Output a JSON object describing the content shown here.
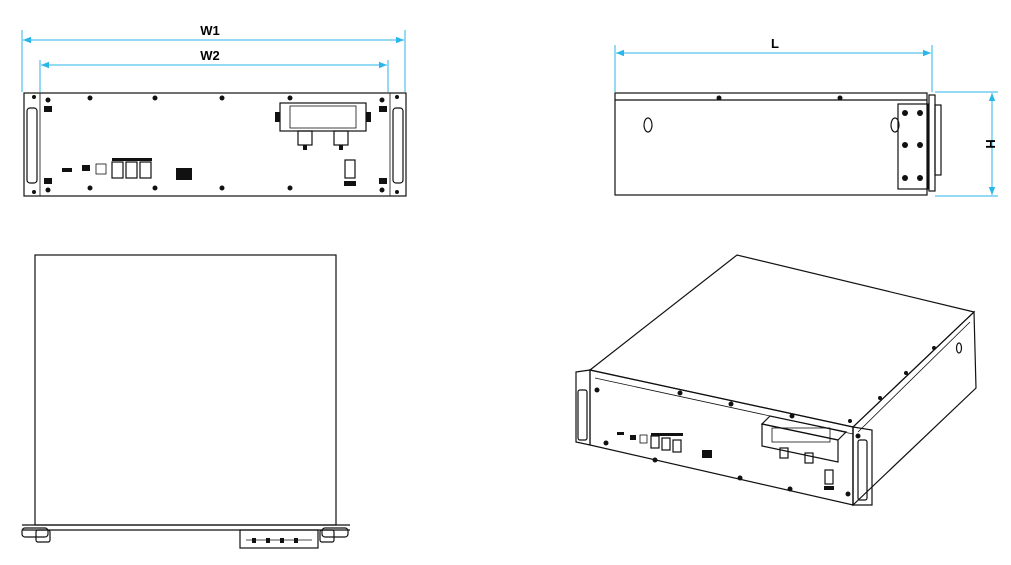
{
  "dimensions": {
    "w1": "W1",
    "w2": "W2",
    "length": "L",
    "height": "H"
  },
  "colors": {
    "dimension_line": "#29b6e8",
    "outline": "#111111",
    "background": "#ffffff"
  }
}
